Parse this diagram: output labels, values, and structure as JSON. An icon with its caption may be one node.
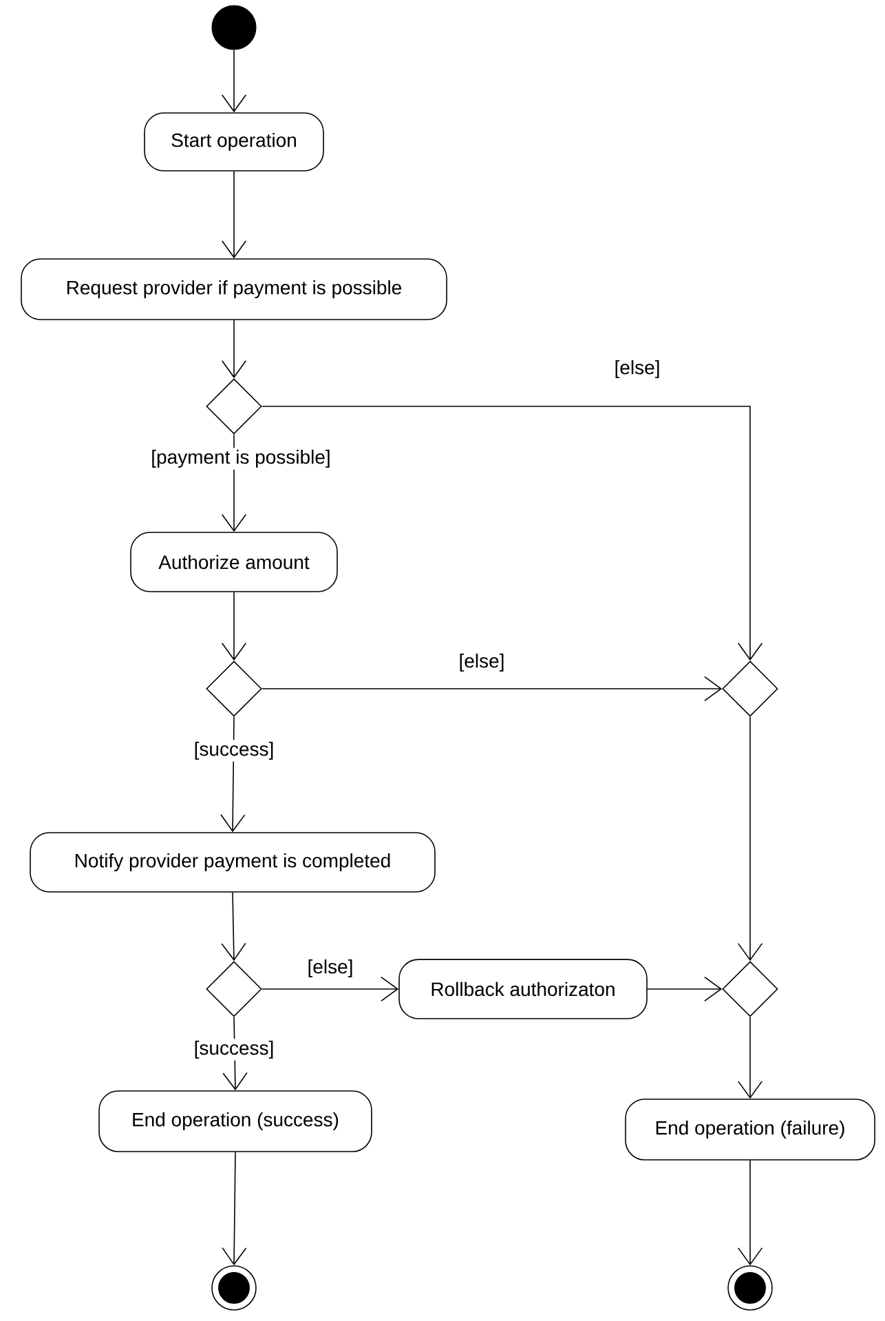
{
  "diagram": {
    "nodes": [
      {
        "text": [],
        "shape": "circle"
      },
      {
        "text": [
          "Start operation"
        ]
      },
      {
        "text": [
          "Request provider if payment is possible"
        ]
      },
      {
        "text": [],
        "shape": "diamond"
      },
      {
        "text": [
          "Authorize amount"
        ]
      },
      {
        "text": [],
        "shape": "diamond"
      },
      {
        "text": [
          "Notify provider payment is completed"
        ]
      },
      {
        "text": [],
        "shape": "diamond"
      },
      {
        "text": [
          "Rollback authorizaton"
        ]
      },
      {
        "text": [],
        "shape": "diamond"
      },
      {
        "text": [],
        "shape": "diamond"
      },
      {
        "text": [
          "End operation (success)"
        ]
      },
      {
        "text": [
          "End operation (failure)"
        ]
      },
      {
        "text": [],
        "shape": "circle"
      },
      {
        "text": [],
        "shape": "circle"
      }
    ],
    "edges": [
      {
        "from": 0,
        "to": 1,
        "arrow": "to"
      },
      {
        "from": 1,
        "to": 2,
        "arrow": "to"
      },
      {
        "from": 2,
        "to": 3,
        "arrow": "to"
      },
      {
        "from": 3,
        "to": 9,
        "arrow": "to",
        "label": "[else]"
      },
      {
        "from": 3,
        "to": 4,
        "arrow": "to",
        "label": "[payment is possible]"
      },
      {
        "from": 4,
        "to": 5,
        "arrow": "to"
      },
      {
        "from": 5,
        "to": 9,
        "arrow": "to",
        "label": "[else]"
      },
      {
        "from": 5,
        "to": 6,
        "arrow": "to",
        "label": "[success]"
      },
      {
        "from": 6,
        "to": 7,
        "arrow": "to"
      },
      {
        "from": 7,
        "to": 8,
        "arrow": "to",
        "label": "[else]"
      },
      {
        "from": 7,
        "to": 11,
        "arrow": "to",
        "label": "[success]"
      },
      {
        "from": 8,
        "to": 10,
        "arrow": "to"
      },
      {
        "from": 9,
        "to": 10,
        "arrow": "to"
      },
      {
        "from": 10,
        "to": 12,
        "arrow": "to"
      },
      {
        "from": 11,
        "to": 13,
        "arrow": "to"
      },
      {
        "from": 12,
        "to": 14,
        "arrow": "to"
      }
    ]
  }
}
